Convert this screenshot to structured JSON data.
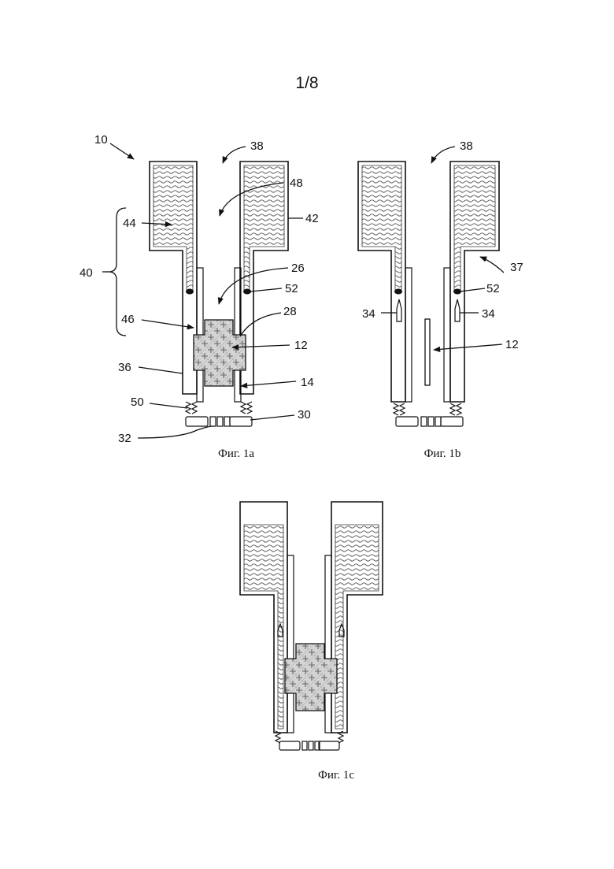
{
  "page": {
    "number": "1/8"
  },
  "figures": [
    {
      "id": "1a",
      "caption": "Фиг. 1a"
    },
    {
      "id": "1b",
      "caption": "Фиг. 1b"
    },
    {
      "id": "1c",
      "caption": "Фиг. 1c"
    }
  ],
  "labels": {
    "ref_10": "10",
    "ref_38a": "38",
    "ref_48": "48",
    "ref_44": "44",
    "ref_42": "42",
    "ref_40": "40",
    "ref_26": "26",
    "ref_52a": "52",
    "ref_46": "46",
    "ref_28": "28",
    "ref_12a": "12",
    "ref_36": "36",
    "ref_14": "14",
    "ref_50": "50",
    "ref_30": "30",
    "ref_32": "32",
    "ref_38b": "38",
    "ref_37": "37",
    "ref_52b": "52",
    "ref_34a": "34",
    "ref_34b": "34",
    "ref_12b": "12"
  }
}
